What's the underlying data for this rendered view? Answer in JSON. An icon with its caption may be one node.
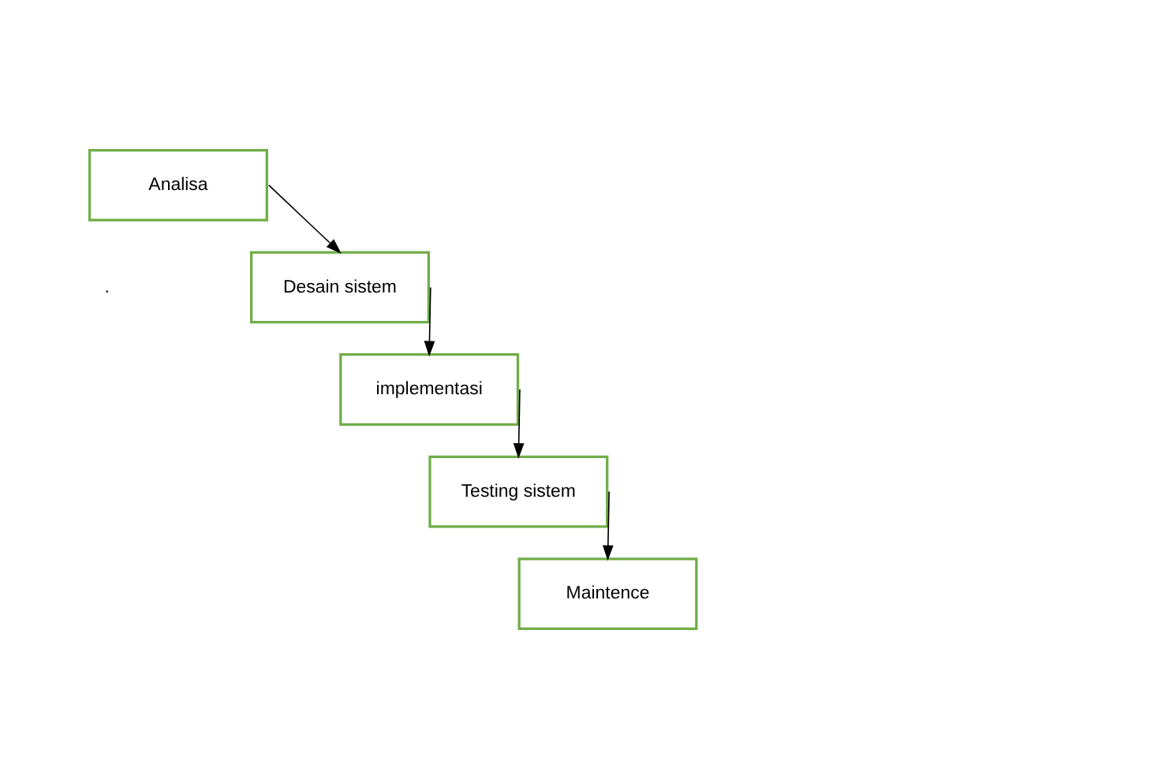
{
  "diagram": {
    "nodes": [
      {
        "text": [
          "Analisa"
        ]
      },
      {
        "text": [
          "Desain sistem"
        ]
      },
      {
        "text": [
          "implementasi"
        ]
      },
      {
        "text": [
          "Testing sistem"
        ]
      },
      {
        "text": [
          "Maintence"
        ]
      }
    ],
    "edges": [
      {
        "from": 0,
        "to": 1,
        "arrow": "to"
      },
      {
        "from": 1,
        "to": 2,
        "arrow": "to"
      },
      {
        "from": 2,
        "to": 3,
        "arrow": "to"
      },
      {
        "from": 3,
        "to": 4,
        "arrow": "to"
      }
    ],
    "labels": [
      "."
    ]
  }
}
